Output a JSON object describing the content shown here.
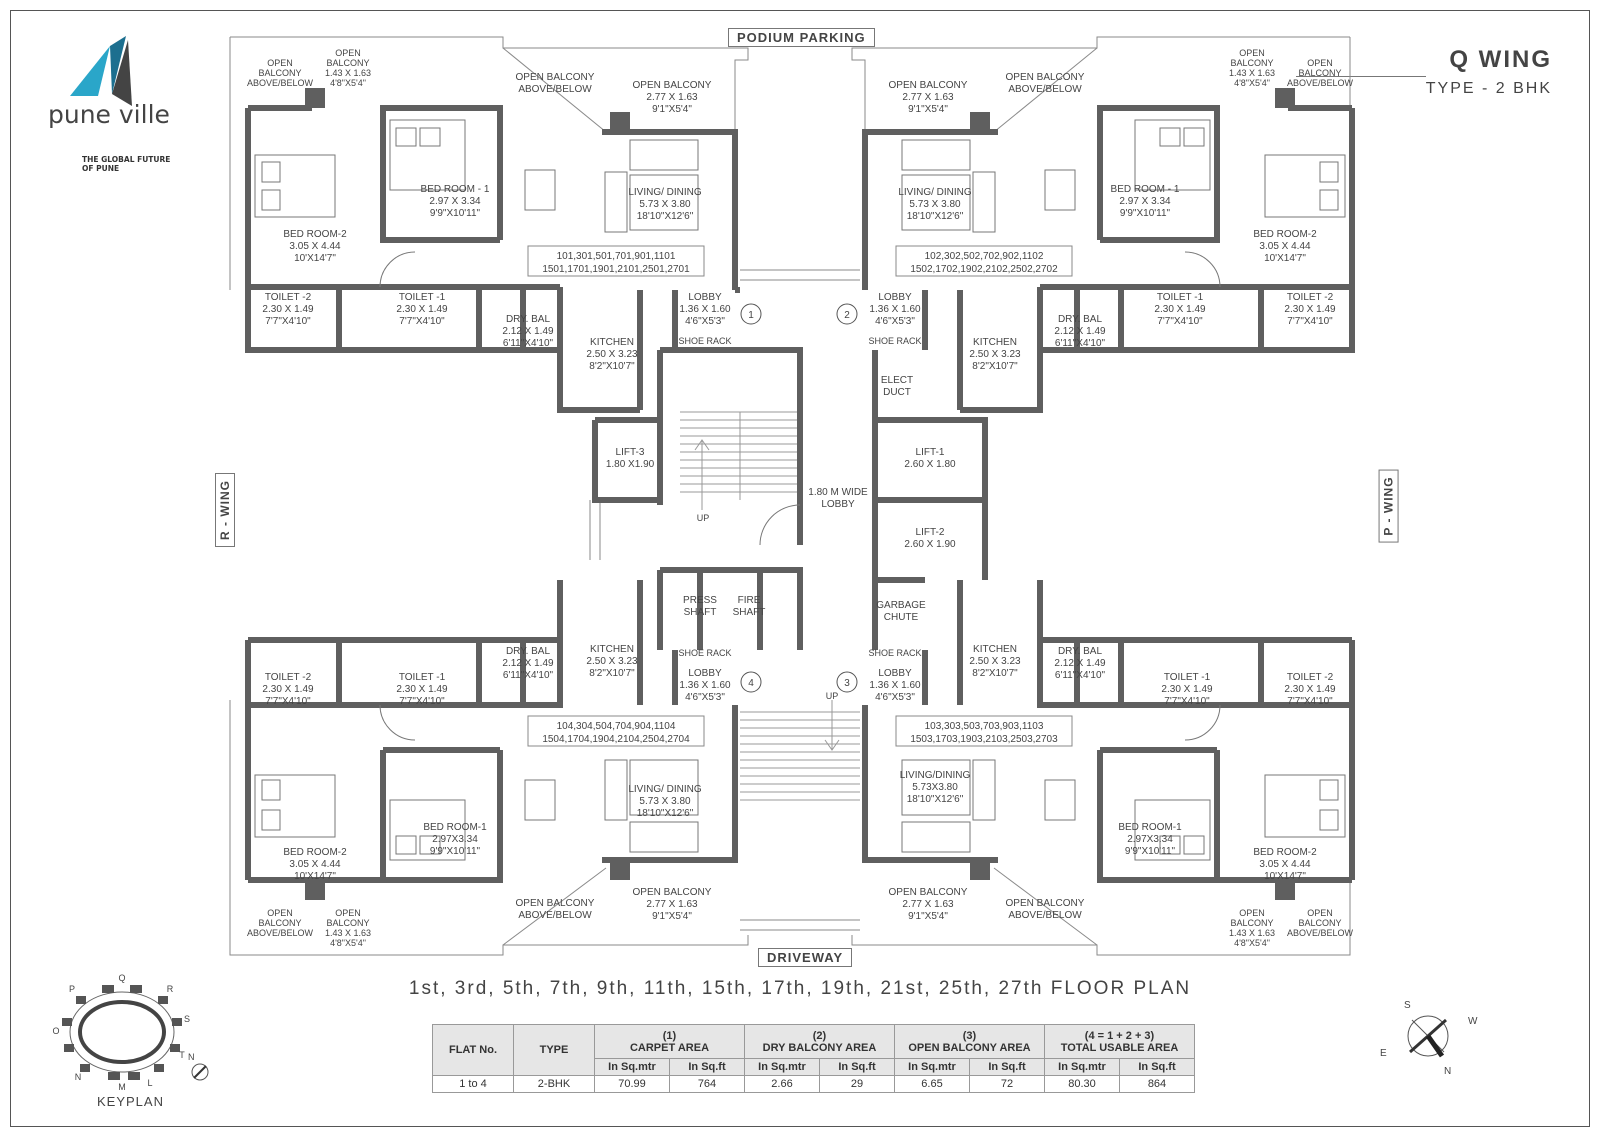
{
  "brand": {
    "name": "pune ville",
    "tagline_1": "THE GLOBAL FUTURE",
    "tagline_2": "OF PUNE",
    "logo_color": "#2aa6c9"
  },
  "header": {
    "wing": "Q WING",
    "type": "TYPE - 2 BHK"
  },
  "edge_labels": {
    "top": "PODIUM PARKING",
    "bottom": "DRIVEWAY",
    "left": "R - WING",
    "right": "P - WING"
  },
  "floor_plan_title": "1st, 3rd, 5th, 7th, 9th, 11th, 15th, 17th, 19th, 21st, 25th, 27th FLOOR PLAN",
  "flat_numbers": {
    "flat1": [
      "101,301,501,701,901,1101",
      "1501,1701,1901,2101,2501,2701"
    ],
    "flat2": [
      "102,302,502,702,902,1102",
      "1502,1702,1902,2102,2502,2702"
    ],
    "flat3": [
      "103,303,503,703,903,1103",
      "1503,1703,1903,2103,2503,2703"
    ],
    "flat4": [
      "104,304,504,704,904,1104",
      "1504,1704,1904,2104,2504,2704"
    ]
  },
  "markers": [
    "1",
    "2",
    "3",
    "4"
  ],
  "rooms": {
    "open_balcony_small": [
      "OPEN",
      "BALCONY",
      "1.43 X 1.63",
      "4'8\"X5'4\""
    ],
    "open_balcony_above": [
      "OPEN BALCONY",
      "ABOVE/BELOW"
    ],
    "open_balcony_side": [
      "OPEN",
      "BALCONY",
      "ABOVE/BELOW"
    ],
    "open_balcony_main": [
      "OPEN BALCONY",
      "2.77 X 1.63",
      "9'1\"X5'4\""
    ],
    "living": [
      "LIVING/ DINING",
      "5.73 X 3.80",
      "18'10\"X12'6\""
    ],
    "living_alt": [
      "LIVING/DINING",
      "5.73X3.80",
      "18'10\"X12'6\""
    ],
    "bedroom1": [
      "BED ROOM - 1",
      "2.97 X 3.34",
      "9'9\"X10'11\""
    ],
    "bedroom1_alt": [
      "BED ROOM-1",
      "2.97X3.34",
      "9'9\"X10'11\""
    ],
    "bedroom2": [
      "BED ROOM-2",
      "3.05 X 4.44",
      "10'X14'7\""
    ],
    "toilet1": [
      "TOILET -1",
      "2.30 X 1.49",
      "7'7\"X4'10\""
    ],
    "toilet2": [
      "TOILET -2",
      "2.30 X 1.49",
      "7'7\"X4'10\""
    ],
    "dry_bal": [
      "DRY. BAL",
      "2.12 X 1.49",
      "6'11\"X4'10\""
    ],
    "kitchen": [
      "KITCHEN",
      "2.50 X 3.23",
      "8'2\"X10'7\""
    ],
    "lobby": [
      "LOBBY",
      "1.36 X 1.60",
      "4'6\"X5'3\""
    ],
    "shoe_rack": "SHOE RACK",
    "lift1": [
      "LIFT-1",
      "2.60 X 1.80"
    ],
    "lift2": [
      "LIFT-2",
      "2.60 X 1.90"
    ],
    "lift3": [
      "LIFT-3",
      "1.80 X1.90"
    ],
    "elect_duct": [
      "ELECT",
      "DUCT"
    ],
    "garbage_chute": [
      "GARBAGE",
      "CHUTE"
    ],
    "press_shaft": [
      "PRESS",
      "SHAFT"
    ],
    "fire_shaft": [
      "FIRE",
      "SHAFT"
    ],
    "central_lobby": [
      "1.80 M WIDE",
      "LOBBY"
    ],
    "stair_up": "UP"
  },
  "area_table": {
    "headers": {
      "flat_no": "FLAT No.",
      "type": "TYPE",
      "g1": [
        "(1)",
        "CARPET AREA"
      ],
      "g2": [
        "(2)",
        "DRY  BALCONY AREA"
      ],
      "g3": [
        "(3)",
        "OPEN BALCONY AREA"
      ],
      "g4": [
        "(4 = 1 + 2 + 3)",
        "TOTAL USABLE AREA"
      ],
      "sqm": "In Sq.mtr",
      "sqft": "In Sq.ft"
    },
    "row": {
      "flat_no": "1 to 4",
      "type": "2-BHK",
      "carpet_sqm": "70.99",
      "carpet_sqft": "764",
      "dry_sqm": "2.66",
      "dry_sqft": "29",
      "open_sqm": "6.65",
      "open_sqft": "72",
      "total_sqm": "80.30",
      "total_sqft": "864"
    }
  },
  "keyplan": {
    "label": "KEYPLAN",
    "letters": [
      "O",
      "P",
      "Q",
      "R",
      "S",
      "T",
      "L",
      "M",
      "N"
    ],
    "north": "N"
  },
  "compass": {
    "s": "S",
    "w": "W",
    "e": "E",
    "n": "N"
  },
  "colors": {
    "wall": "#5f5f5f",
    "line": "#8a8a8a",
    "tag_border": "#777777"
  }
}
